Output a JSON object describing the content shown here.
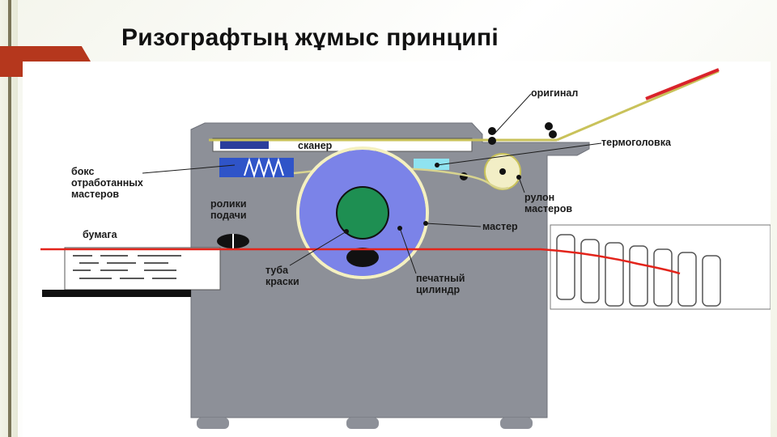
{
  "slide": {
    "title": "Ризографтың жұмыс принципі"
  },
  "diagram": {
    "labels": {
      "original": "оригинал",
      "scanner": "сканер",
      "thermohead": "термоголовка",
      "used_masters_box_1": "бокс",
      "used_masters_box_2": "отработанных",
      "used_masters_box_3": "мастеров",
      "feed_rollers_1": "ролики",
      "feed_rollers_2": "подачи",
      "master_roll_1": "рулон",
      "master_roll_2": "мастеров",
      "paper": "бумага",
      "master": "мастер",
      "ink_tube_1": "туба",
      "ink_tube_2": "краски",
      "print_drum_1": "печатный",
      "print_drum_2": "цилиндр"
    },
    "colors": {
      "machine": "#8d9098",
      "drum": "#7b83e8",
      "ink_tube": "#1e8f52",
      "paper_path": "#e3241b",
      "master_path": "#c9c25a",
      "thermohead": "#8fe3f0",
      "used_box": "#2f54c8",
      "original": "#d9232b"
    }
  }
}
